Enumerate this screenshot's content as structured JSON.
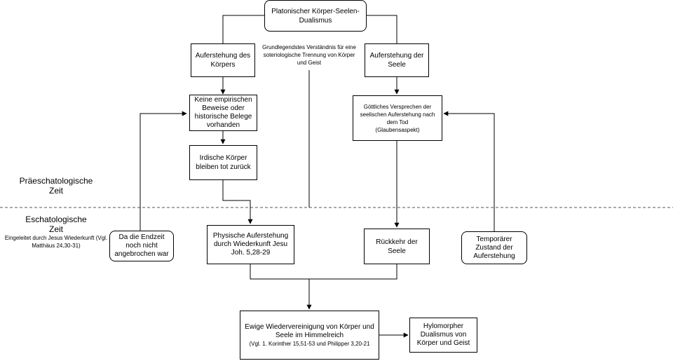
{
  "nodes": {
    "root": "Platonischer Körper-Seelen-Dualismus",
    "body_resurrection": "Auferstehung des Körpers",
    "soul_resurrection": "Auferstehung der Seele",
    "no_evidence": "Keine empirischen Beweise oder historische Belege vorhanden",
    "earthly_bodies": "Irdische Körper bleiben tot zurück",
    "divine_promise": "Göttliches Versprechen der seelischen Auferstehung nach dem Tod",
    "divine_promise_note": "(Glaubensaspekt)",
    "end_time": "Da die Endzeit noch nicht angebrochen war",
    "physical_resurrection": "Physische Auferstehung durch Wiederkunft Jesu Joh. 5,28-29",
    "soul_return": "Rückkehr der Seele",
    "temporary_state": "Temporärer Zustand der Auferstehung",
    "reunion": "Ewige Wiedervereinigung von Körper und Seele im Himmelreich",
    "reunion_ref": "(Vgl. 1. Korinther 15,51-53 und Philipper 3,20-21",
    "hylomorphic": "Hylomorpher Dualismus von Körper und Geist"
  },
  "annotations": {
    "basic_understanding": "Grundlegendstes Verständnis für eine soteriologische Trennung von Körper und Geist",
    "pre_eschatological": "Präeschatologische Zeit",
    "eschatological": "Eschatologische Zeit",
    "eschatological_sub": "Eingeleitet durch Jesus Wiederkunft (Vgl. Matthäus 24,30-31)"
  },
  "colors": {
    "line": "#000000",
    "background": "#ffffff",
    "divider": "#555555"
  }
}
